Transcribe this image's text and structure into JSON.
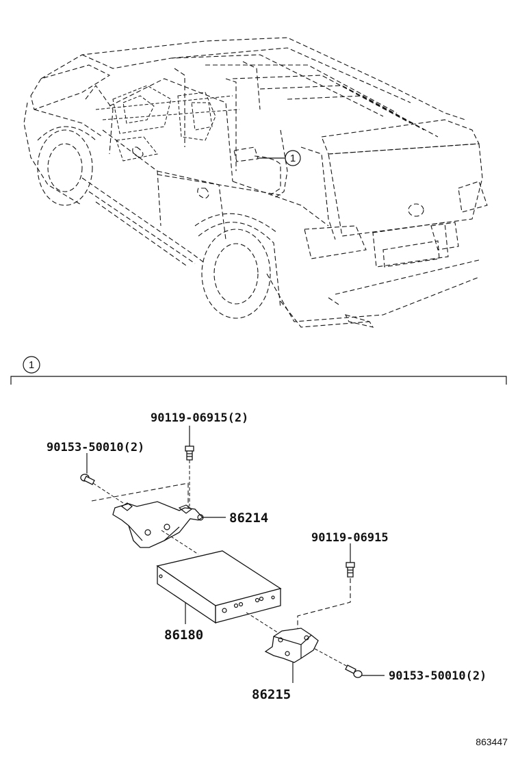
{
  "callout_car": "1",
  "callout_section": "1",
  "parts": {
    "bolt_top": "90119-06915(2)",
    "bolt_left": "90153-50010(2)",
    "bracket_upper": "86214",
    "bolt_right_top": "90119-06915",
    "amplifier": "86180",
    "bracket_lower": "86215",
    "bolt_right": "90153-50010(2)"
  },
  "figure_number": "863447"
}
